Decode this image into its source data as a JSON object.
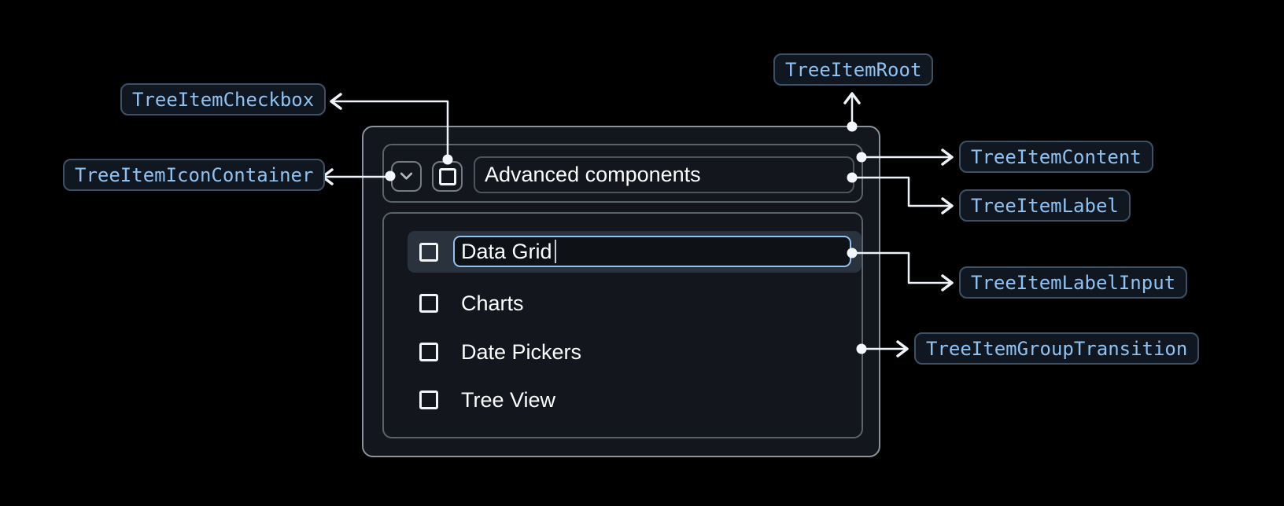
{
  "annotations": {
    "tree_item_root": "TreeItemRoot",
    "tree_item_content": "TreeItemContent",
    "tree_item_label": "TreeItemLabel",
    "tree_item_label_input": "TreeItemLabelInput",
    "tree_item_group_transition": "TreeItemGroupTransition",
    "tree_item_checkbox": "TreeItemCheckbox",
    "tree_item_icon_container": "TreeItemIconContainer"
  },
  "component": {
    "parent_item": {
      "label": "Advanced components"
    },
    "editing_item": {
      "input_value": "Data Grid"
    },
    "child_items": [
      {
        "label": "Charts"
      },
      {
        "label": "Date Pickers"
      },
      {
        "label": "Tree View"
      }
    ]
  },
  "colors": {
    "page_background": "#000000",
    "tree_background": "#13161C",
    "root_border": "#8B929B",
    "container_border": "#5A626B",
    "row_highlight": "#2A323D",
    "input_border": "#93C0F2",
    "badge_text": "#8EC2F2",
    "badge_background": "#101720",
    "badge_border": "#3D5166",
    "connector": "#EEF3F9",
    "text": "#FFFFFF"
  }
}
